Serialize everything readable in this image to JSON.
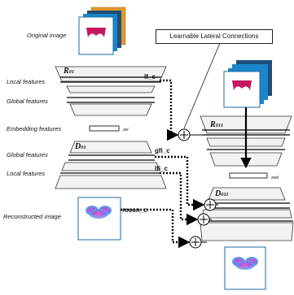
{
  "left_labels": {
    "original_image": "Original image",
    "local_features": "Local features",
    "global_features": "Global features",
    "embedding_features": "Embedding features",
    "global_features_2": "Global features",
    "local_features_2": "Local features",
    "reconstructed_image": "Reconstructed image"
  },
  "blocks": {
    "r01_main": "R",
    "r01_sub": "01",
    "d01_main": "D",
    "d01_sub": "01",
    "r011_main": "R",
    "r011_sub": "011",
    "d011_main": "D",
    "d011_sub": "011"
  },
  "z_labels": {
    "z1": "zel",
    "z2": "zeel"
  },
  "connection_labels": {
    "lf_c": "lf_c",
    "gfi_c": "gfi_c",
    "lfi_c": "lfi_c",
    "recon_c": "recon_c"
  },
  "callout": "Learnable Lateral Connections",
  "colors": {
    "image_bg": "#ffffff",
    "stack_blue": "#1a86c9",
    "stack_dark": "#1f4e79",
    "stack_orange": "#e0962c",
    "shape_pink": "#c4175f",
    "recon_pink": "#e040c8",
    "recon_blue": "#4ab0f0",
    "block_fill": "#f2f2f2"
  }
}
